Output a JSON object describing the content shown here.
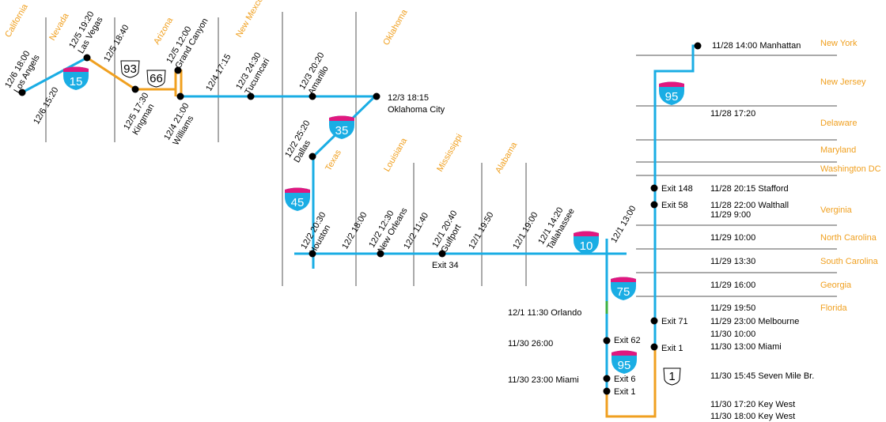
{
  "title": "Road trip route map",
  "colors": {
    "interstate_route": "#1aade4",
    "us_route": "#f0a020",
    "state_label": "#f0a020",
    "divider": "#555555",
    "shield_top": "#e0187f",
    "shield_body": "#1aade4",
    "green_segment": "#3cb043"
  },
  "west_states": [
    "California",
    "Nevada",
    "Arizona",
    "New Mexco",
    "Oklahoma",
    "Texas",
    "Louisiana",
    "Mississippi",
    "Alabama"
  ],
  "west_stops": {
    "los_angeles": "12/6 18:00\nLos Angels",
    "nv_border": "12/6 15:20",
    "las_vegas": "12/5 19:20\nLas Vegas",
    "az_border": "12/5 18:40",
    "kingman": "12/5 17:30\nKingman",
    "grand_canyon": "12/5 12:00\nGrand Canyon",
    "williams": "12/4 21:00\nWilliams",
    "nm_border": "12/4 17:15",
    "tucumcari": "12/3 24:30\nTucumcari",
    "amarillo": "12/3 20:20\nAmarillo",
    "oklahoma_city_time": "12/3 18:15",
    "oklahoma_city_name": "Oklahoma City",
    "dallas": "12/2 25:20\nDallas",
    "houston": "12/2 20:30\nHouston",
    "la_border": "12/2 18:00",
    "new_orleans": "12/2 12:30\nNew Orleans",
    "ms_border": "12/2 11:40",
    "gulfport": "12/1 20:40\nGulfport",
    "gulfport_exit": "Exit 34",
    "al_border": "12/1 19:50",
    "fl_border": "12/1 19:00",
    "tallahassee": "12/1 14:20\nTallahassee",
    "i75_junction": "12/1 13:00"
  },
  "shields": {
    "i15": "15",
    "us93": "93",
    "us66": "66",
    "i35": "35",
    "i45": "45",
    "i10": "10",
    "i75": "75",
    "i95_north": "95",
    "i95_south": "95",
    "us1": "1"
  },
  "east_states": [
    "New York",
    "New Jersey",
    "Delaware",
    "Maryland",
    "Washington DC",
    "Verginia",
    "North Carolina",
    "South Carolina",
    "Georgia",
    "Florida"
  ],
  "east_stops": {
    "manhattan": "11/28 14:00 Manhattan",
    "nj_de": "11/28 17:20",
    "stafford_exit": "Exit 148",
    "stafford": "11/28 20:15 Stafford",
    "walthall_exit": "Exit 58",
    "walthall_1": "11/28 22:00 Walthall",
    "walthall_2": "11/29 9:00",
    "nc": "11/29 10:00",
    "sc": "11/29 13:30",
    "ga": "11/29 16:00",
    "fl": "11/29 19:50",
    "melbourne_exit": "Exit 71",
    "melbourne": "11/29 23:00 Melbourne",
    "fl_mid": "11/30 10:00",
    "miami_exit": "Exit 1",
    "miami": "11/30 13:00 Miami",
    "seven_mile": "11/30 15:45 Seven Mile Br.",
    "key_west_1": "11/30 17:20 Key West",
    "key_west_2": "11/30 18:00 Key West"
  },
  "return_stops": {
    "orlando": "12/1 11:30 Orlando",
    "exit62_time": "11/30 26:00",
    "exit62": "Exit 62",
    "miami_return": "11/30 23:00 Miami",
    "exit6": "Exit 6",
    "exit1": "Exit 1"
  }
}
